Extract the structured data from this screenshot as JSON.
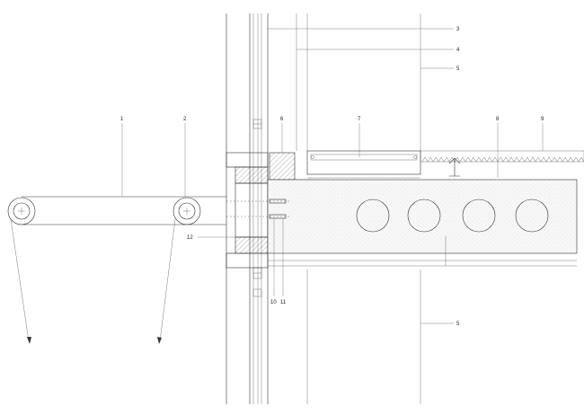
{
  "callouts": {
    "c1": "1",
    "c2": "2",
    "c3": "3",
    "c4": "4",
    "c5_top": "5",
    "c5_bottom": "5",
    "c6": "6",
    "c7": "7",
    "c8": "8",
    "c9": "9",
    "c10": "10",
    "c11": "11",
    "c12": "12"
  },
  "colors": {
    "line": "#333333",
    "background": "#ffffff",
    "fill_light": "#f4f4f4"
  }
}
